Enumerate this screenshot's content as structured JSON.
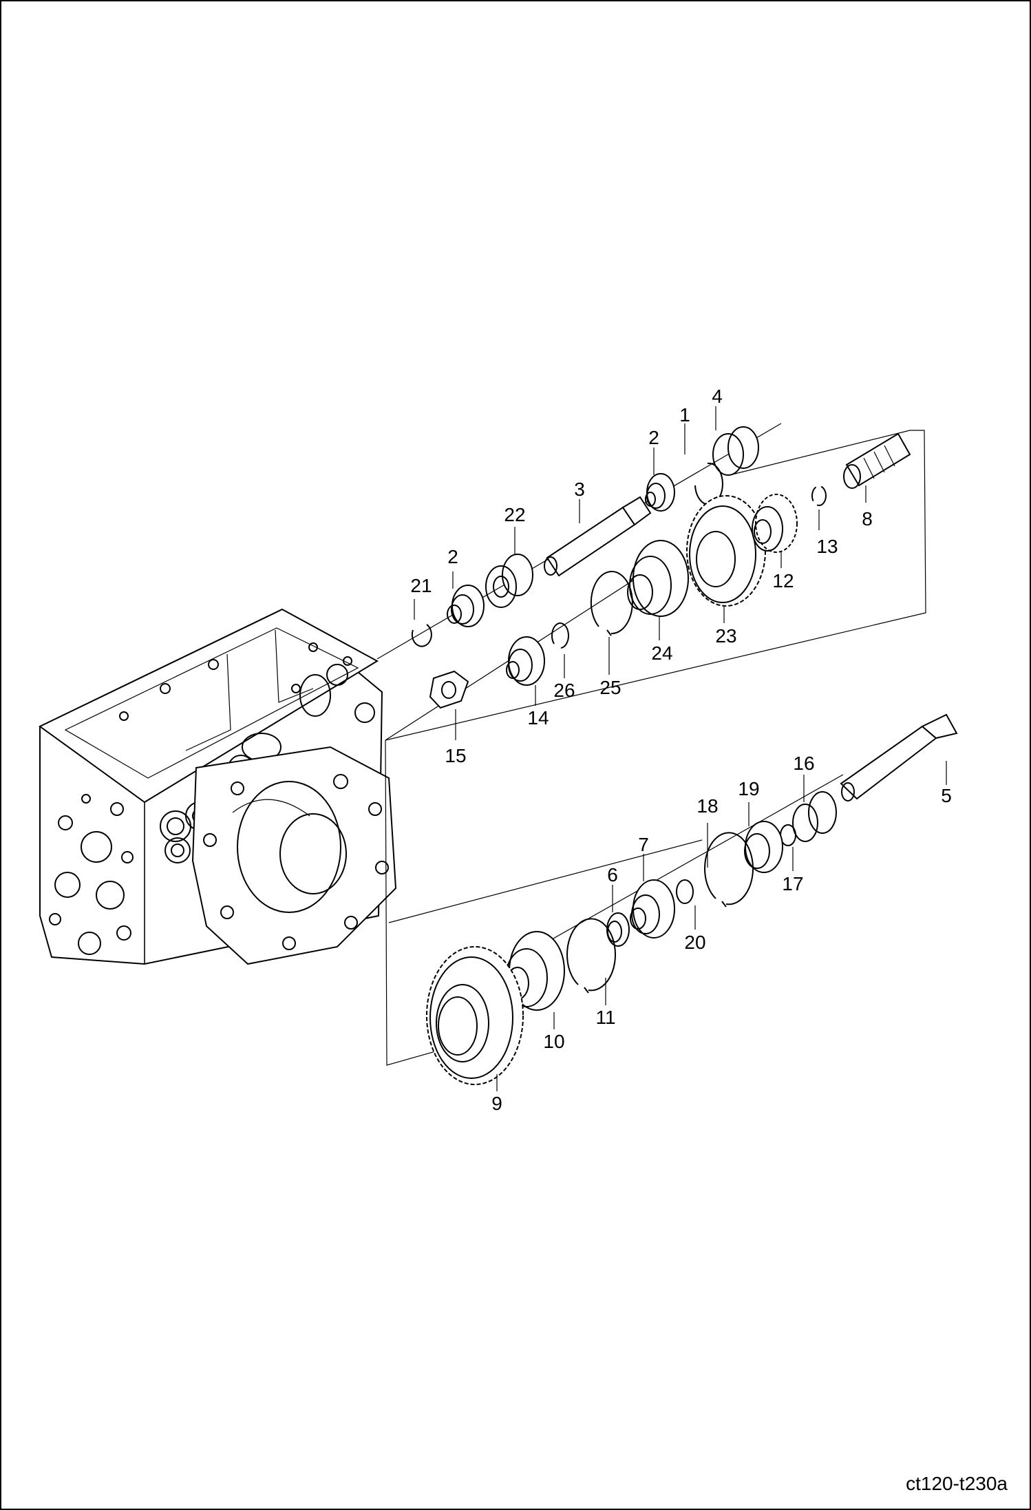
{
  "drawing_code": "ct120-t230a",
  "callouts": [
    "1",
    "2",
    "2",
    "3",
    "4",
    "5",
    "6",
    "7",
    "8",
    "9",
    "10",
    "11",
    "12",
    "13",
    "14",
    "15",
    "16",
    "17",
    "18",
    "19",
    "20",
    "21",
    "22",
    "23",
    "24",
    "25",
    "26"
  ]
}
